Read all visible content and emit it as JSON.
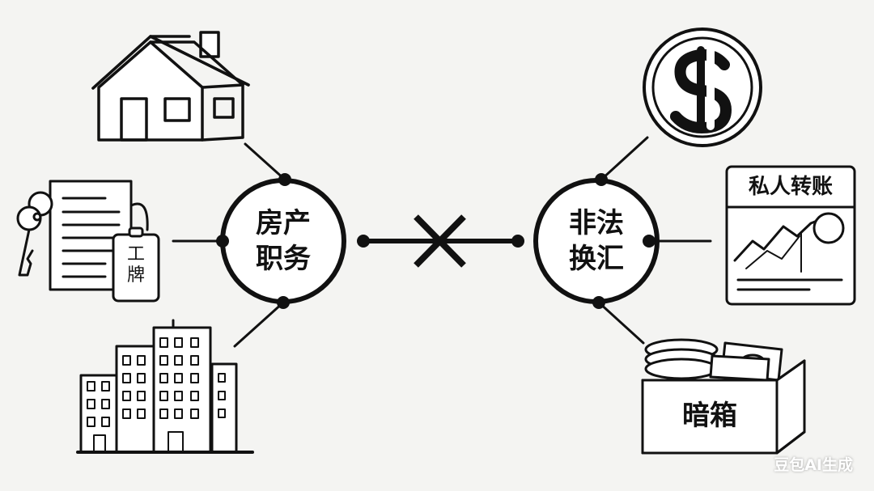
{
  "left_hub": {
    "line1": "房产",
    "line2": "职务"
  },
  "right_hub": {
    "line1": "非法",
    "line2": "换汇"
  },
  "badge_text": {
    "line1": "工",
    "line2": "牌"
  },
  "transfer_panel_title": "私人转账",
  "box_label": "暗箱",
  "watermark": "豆包AI生成",
  "icons": [
    "house-icon",
    "keys-document-badge-icon",
    "buildings-icon",
    "dollar-coin-icon",
    "transfer-chart-icon",
    "money-box-icon",
    "cross-icon"
  ],
  "colors": {
    "stroke": "#111111",
    "background": "#f4f4f2",
    "fill": "#ffffff"
  }
}
